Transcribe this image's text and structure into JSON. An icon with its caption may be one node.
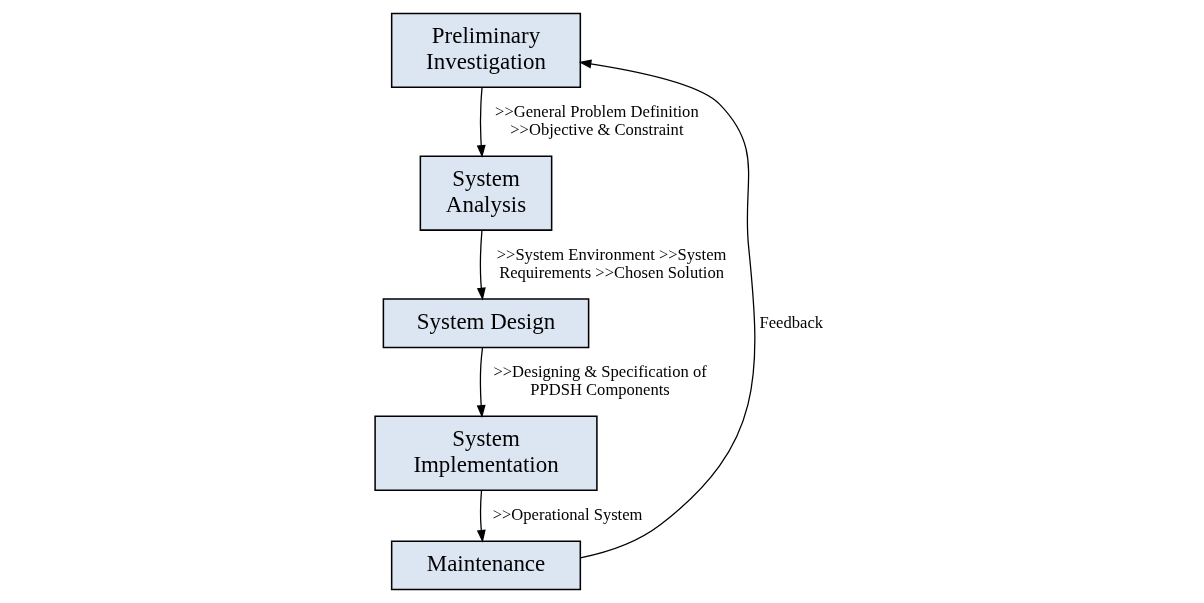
{
  "diagram": {
    "nodes": [
      {
        "text": [
          "Preliminary Investigation"
        ]
      },
      {
        "text": [
          "System Analysis"
        ]
      },
      {
        "text": [
          "System Design"
        ]
      },
      {
        "text": [
          "System Implementation"
        ]
      },
      {
        "text": [
          "Maintenance"
        ]
      }
    ],
    "edges": [
      {
        "from": 0,
        "to": 1,
        "arrow": "to",
        "label": ">>General Problem Definition >>Objective & Constraint"
      },
      {
        "from": 1,
        "to": 2,
        "arrow": "to",
        "label": ">>System Environment >>System Requirements >>Chosen Solution"
      },
      {
        "from": 2,
        "to": 3,
        "arrow": "to",
        "label": ">>Designing & Specification of PPDSH Components"
      },
      {
        "from": 3,
        "to": 4,
        "arrow": "to",
        "label": ">>Operational System"
      },
      {
        "from": 4,
        "to": 0,
        "arrow": "to",
        "label": "Feedback"
      }
    ]
  }
}
